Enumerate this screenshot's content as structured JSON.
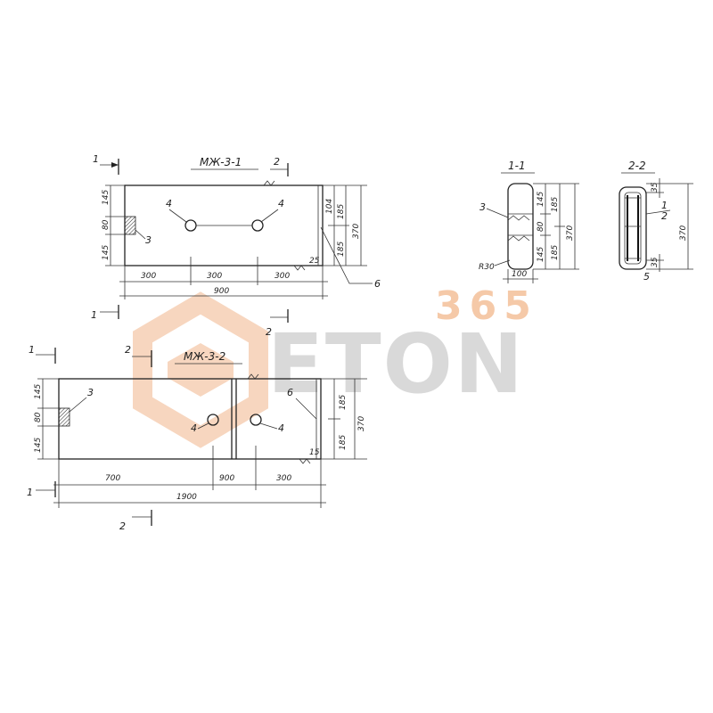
{
  "watermark": {
    "number": "365",
    "word": "ETON",
    "colors": {
      "number": "#f5c9a8",
      "logo": "#f7d6bf",
      "word": "#d9d9d9"
    }
  },
  "view1": {
    "title": "МЖ-3-1",
    "section_marks": {
      "cut1": "1",
      "cut2": "2"
    },
    "dims_left": [
      "145",
      "80",
      "145"
    ],
    "dims_right": [
      "104",
      "185",
      "185",
      "370"
    ],
    "corner_dim": "25",
    "dims_bottom": [
      "300",
      "300",
      "300"
    ],
    "total": "900",
    "callouts": {
      "hatch": "3",
      "hole_a": "4",
      "hole_b": "4",
      "edge": "6"
    }
  },
  "view2": {
    "title": "МЖ-3-2",
    "section_marks": {
      "cut1": "1",
      "cut2": "2"
    },
    "dims_left": [
      "145",
      "80",
      "145"
    ],
    "dims_right": [
      "185",
      "185",
      "370"
    ],
    "corner_dim": "15",
    "dims_bottom": [
      "700",
      "900",
      "300"
    ],
    "total": "1900",
    "callouts": {
      "hatch": "3",
      "hole_a": "4",
      "hole_b": "4",
      "edge": "6"
    }
  },
  "section1": {
    "title": "1-1",
    "dims": [
      "145",
      "80",
      "145",
      "185",
      "185",
      "370"
    ],
    "radius": "R30",
    "width": "100",
    "callout": "3"
  },
  "section2": {
    "title": "2-2",
    "dims": [
      "35",
      "35",
      "370"
    ],
    "callouts": [
      "1",
      "2",
      "5"
    ]
  }
}
